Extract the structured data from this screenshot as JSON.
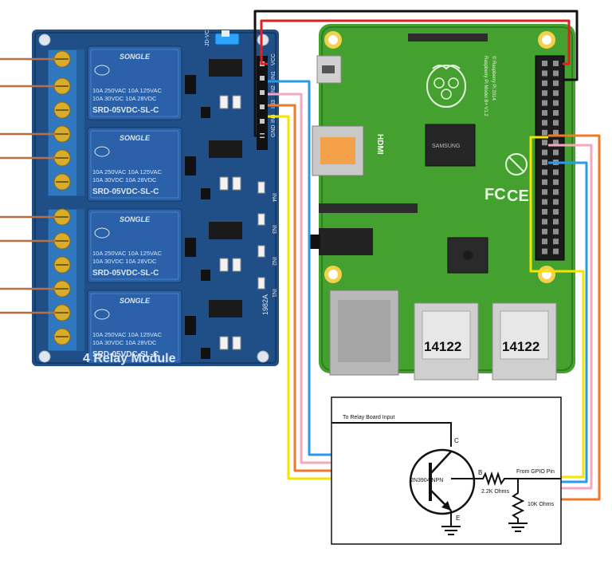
{
  "colors": {
    "relay_board": "#1f4f86",
    "relay_board_dark": "#163a66",
    "relay_body": "#2a61a8",
    "terminal": "#2f78bf",
    "pi_board": "#44a12f",
    "pi_board_dark": "#2e7f1e",
    "wire_black": "#111111",
    "wire_red": "#e02020",
    "wire_blue": "#2a9bea",
    "wire_pink": "#f3a8c0",
    "wire_orange": "#f07a2a",
    "wire_yellow": "#f5e400",
    "wire_brown": "#b87045",
    "copper": "#d8ad2b"
  },
  "relay_board": {
    "relay_brand": "SONGLE",
    "relay_line1": "10A 250VAC   10A 125VAC",
    "relay_line2": "10A 30VDC    10A 28VDC",
    "relay_model": "SRD-05VDC-SL-C",
    "footer_label": "4 Relay Module",
    "jumper_label": "JD-VCC",
    "pin_labels": [
      "VCC",
      "IN1",
      "IN2",
      "IN3",
      "IN4",
      "GND"
    ],
    "channel_labels": [
      "IN4",
      "IN3",
      "IN2",
      "IN1"
    ],
    "code_label": "1982A"
  },
  "pi": {
    "model_text": "Raspberry Pi Model B+ V1.2",
    "copyright_text": "© Raspberry Pi 2014",
    "hdmi_label": "HDMI",
    "usb_labels": [
      "14122",
      "14122"
    ],
    "chip_label": "SAMSUNG",
    "fcc_label": "FC",
    "ce_label": "CE"
  },
  "schematic": {
    "title": "To Relay Board Input",
    "transistor": "2N3904 NPN",
    "collector": "C",
    "base": "B",
    "emitter": "E",
    "resistor1": "2.2K Ohms",
    "resistor2": "10K Ohms",
    "gpio": "From GPIO Pin"
  }
}
